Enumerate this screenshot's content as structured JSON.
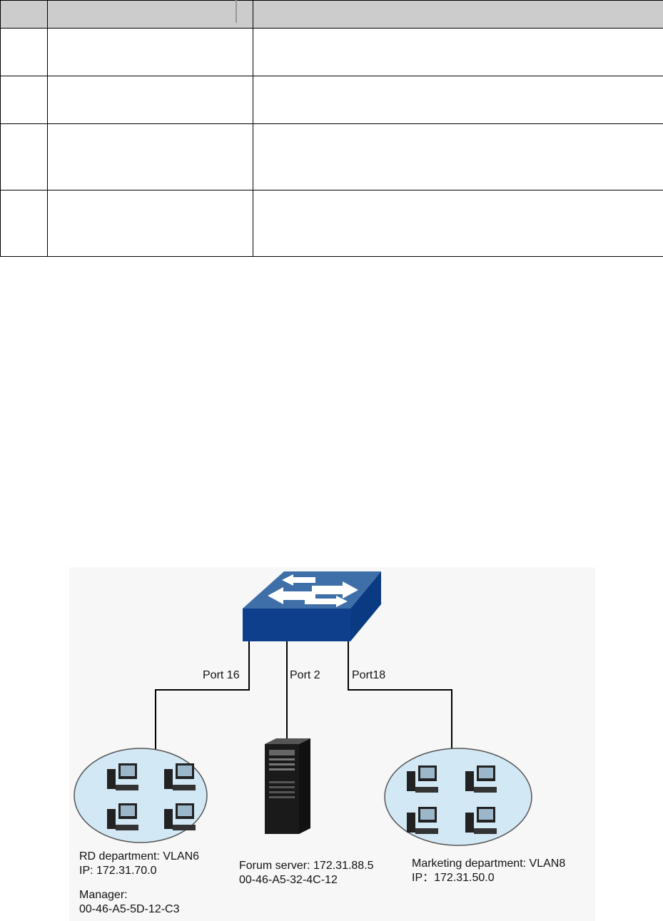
{
  "table": {
    "headers": [
      "",
      "",
      ""
    ],
    "rows": [
      [
        "",
        "",
        ""
      ],
      [
        "",
        "",
        ""
      ],
      [
        "",
        "",
        ""
      ],
      [
        "",
        "",
        ""
      ]
    ]
  },
  "diagram": {
    "ports": {
      "left": "Port 16",
      "middle": "Port 2",
      "right": "Port18"
    },
    "rd_department": {
      "name": "RD department: VLAN6",
      "ip": "IP: 172.31.70.0",
      "manager_label": "Manager:",
      "manager_mac": "00-46-A5-5D-12-C3"
    },
    "forum_server": {
      "name": "Forum server: 172.31.88.5",
      "mac": "00-46-A5-32-4C-12"
    },
    "marketing_department": {
      "name": "Marketing department: VLAN8",
      "ip": "IP：172.31.50.0"
    },
    "colors": {
      "switch_top": "#3f6fa8",
      "switch_front": "#0d3f8c",
      "cloud_fill": "#d3e8f5",
      "line": "#000000"
    },
    "icons": {
      "switch": "switch-icon",
      "server": "server-icon",
      "pc": "pc-icon"
    }
  }
}
